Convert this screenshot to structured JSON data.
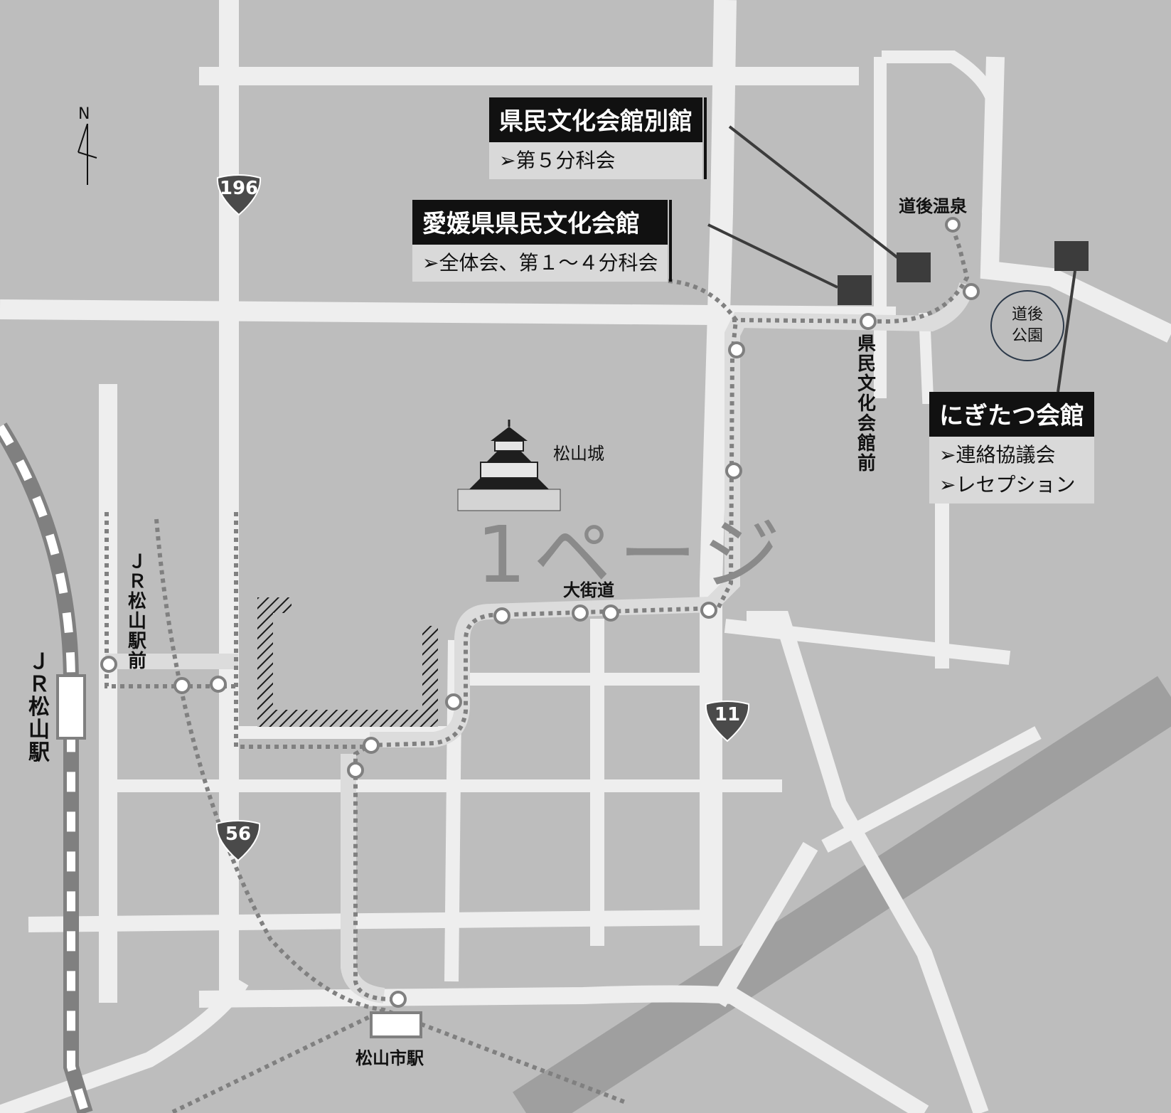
{
  "compass": {
    "north_label": "N"
  },
  "watermark": "1ページ",
  "route_numbers": {
    "r196": "196",
    "r11": "11",
    "r56": "56"
  },
  "places": {
    "dogo_onsen": "道後温泉",
    "matsuyama_castle": "松山城",
    "okaido": "大街道",
    "kenmin_bunka_kaikan_mae": "県民文化会館前",
    "jr_matsuyama_ekimae": "ＪＲ松山駅前",
    "jr_matsuyama_station": "ＪＲ松山駅",
    "matsuyama_shi_station": "松山市駅",
    "dogo_park_line1": "道後",
    "dogo_park_line2": "公園"
  },
  "venues": [
    {
      "title": "県民文化会館別館",
      "items": [
        "➢第５分科会"
      ]
    },
    {
      "title": "愛媛県県民文化会館",
      "items": [
        "➢全体会、第１～４分科会"
      ]
    },
    {
      "title": "にぎたつ会館",
      "items": [
        "➢連絡協議会",
        "➢レセプション"
      ]
    }
  ],
  "colors": {
    "background": "#bdbdbd",
    "road": "#eeeeee",
    "tram_line": "#808080",
    "venue_marker": "#3c3c3c",
    "venue_title_bg": "#111111",
    "venue_sub_bg": "#d9d9d9"
  }
}
